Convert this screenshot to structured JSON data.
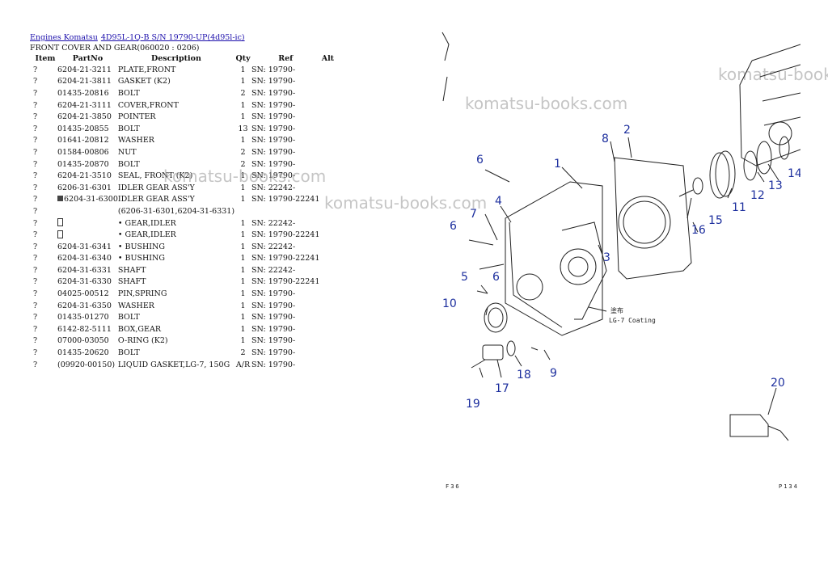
{
  "breadcrumb": {
    "links": [
      "Engines Komatsu",
      "4D95L-1Q-B S/N 19790-UP(4d95l-ic)"
    ]
  },
  "section_title": "FRONT COVER AND GEAR(060020 : 0206)",
  "table": {
    "headers": [
      "Item",
      "PartNo",
      "Description",
      "Qty",
      "Ref",
      "Alt"
    ],
    "rows": [
      {
        "item": "?",
        "part": "6204-21-3211",
        "desc": "PLATE,FRONT",
        "qty": "1",
        "ref": "SN: 19790-"
      },
      {
        "item": "?",
        "part": "6204-21-3811",
        "desc": "GASKET (K2)",
        "qty": "1",
        "ref": "SN: 19790-"
      },
      {
        "item": "?",
        "part": "01435-20816",
        "desc": "BOLT",
        "qty": "2",
        "ref": "SN: 19790-"
      },
      {
        "item": "?",
        "part": "6204-21-3111",
        "desc": "COVER,FRONT",
        "qty": "1",
        "ref": "SN: 19790-"
      },
      {
        "item": "?",
        "part": "6204-21-3850",
        "desc": "POINTER",
        "qty": "1",
        "ref": "SN: 19790-"
      },
      {
        "item": "?",
        "part": "01435-20855",
        "desc": "BOLT",
        "qty": "13",
        "ref": "SN: 19790-"
      },
      {
        "item": "?",
        "part": "01641-20812",
        "desc": "WASHER",
        "qty": "1",
        "ref": "SN: 19790-"
      },
      {
        "item": "?",
        "part": "01584-00806",
        "desc": "NUT",
        "qty": "2",
        "ref": "SN: 19790-"
      },
      {
        "item": "?",
        "part": "01435-20870",
        "desc": "BOLT",
        "qty": "2",
        "ref": "SN: 19790-"
      },
      {
        "item": "?",
        "part": "6204-21-3510",
        "desc": "SEAL, FRONT (K2)",
        "qty": "1",
        "ref": "SN: 19790-"
      },
      {
        "item": "?",
        "part": "6206-31-6301",
        "desc": "IDLER GEAR ASS'Y",
        "qty": "1",
        "ref": "SN: 22242-"
      },
      {
        "item": "?",
        "part": "6204-31-6300",
        "desc": "IDLER GEAR ASS'Y",
        "qty": "1",
        "ref": "SN: 19790-22241",
        "marker": "filled"
      },
      {
        "item": "?",
        "part": "",
        "desc": "(6206-31-6301,6204-31-6331)",
        "qty": "",
        "ref": ""
      },
      {
        "item": "?",
        "part": "",
        "desc": "• GEAR,IDLER",
        "qty": "1",
        "ref": "SN: 22242-",
        "marker": "empty"
      },
      {
        "item": "?",
        "part": "",
        "desc": "• GEAR,IDLER",
        "qty": "1",
        "ref": "SN: 19790-22241",
        "marker": "empty"
      },
      {
        "item": "?",
        "part": "6204-31-6341",
        "desc": "• BUSHING",
        "qty": "1",
        "ref": "SN: 22242-"
      },
      {
        "item": "?",
        "part": "6204-31-6340",
        "desc": "• BUSHING",
        "qty": "1",
        "ref": "SN: 19790-22241"
      },
      {
        "item": "?",
        "part": "6204-31-6331",
        "desc": "SHAFT",
        "qty": "1",
        "ref": "SN: 22242-"
      },
      {
        "item": "?",
        "part": "6204-31-6330",
        "desc": "SHAFT",
        "qty": "1",
        "ref": "SN: 19790-22241"
      },
      {
        "item": "?",
        "part": "04025-00512",
        "desc": "PIN,SPRING",
        "qty": "1",
        "ref": "SN: 19790-"
      },
      {
        "item": "?",
        "part": "6204-31-6350",
        "desc": "WASHER",
        "qty": "1",
        "ref": "SN: 19790-"
      },
      {
        "item": "?",
        "part": "01435-01270",
        "desc": "BOLT",
        "qty": "1",
        "ref": "SN: 19790-"
      },
      {
        "item": "?",
        "part": "6142-82-5111",
        "desc": "BOX,GEAR",
        "qty": "1",
        "ref": "SN: 19790-"
      },
      {
        "item": "?",
        "part": "07000-03050",
        "desc": "O-RING (K2)",
        "qty": "1",
        "ref": "SN: 19790-"
      },
      {
        "item": "?",
        "part": "01435-20620",
        "desc": "BOLT",
        "qty": "2",
        "ref": "SN: 19790-"
      },
      {
        "item": "?",
        "part": "(09920-00150)",
        "desc": "LIQUID GASKET,LG-7, 150G",
        "qty": "A/R",
        "ref": "SN: 19790-"
      }
    ]
  },
  "watermark_text": "komatsu-books.com",
  "diagram": {
    "callouts": [
      "1",
      "2",
      "3",
      "4",
      "5",
      "6",
      "6",
      "6",
      "7",
      "8",
      "9",
      "10",
      "11",
      "12",
      "13",
      "14",
      "15",
      "16",
      "17",
      "18",
      "19",
      "20"
    ],
    "coating_note": "LG-7 Coating",
    "coating_note_jp": "塗布",
    "page_left": "F36",
    "page_right": "P134"
  },
  "colors": {
    "link": "#1a0dab",
    "callout": "#1d2f9e",
    "watermark": "#969696"
  }
}
